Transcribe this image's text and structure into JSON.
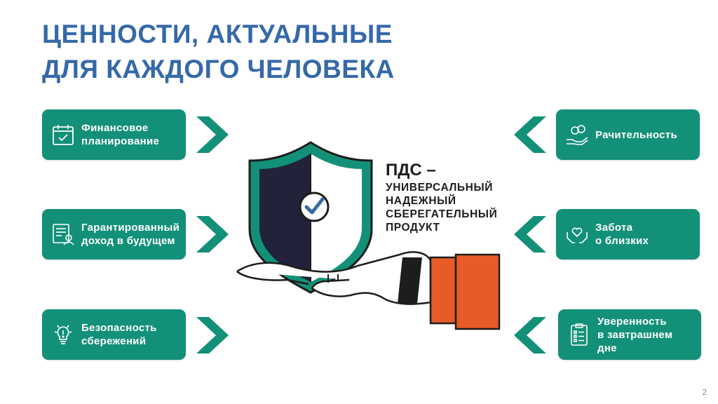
{
  "title": {
    "line1": "ЦЕННОСТИ, АКТУАЛЬНЫЕ",
    "line2": "ДЛЯ КАЖДОГО ЧЕЛОВЕКА"
  },
  "left_cards": [
    {
      "lines": [
        "Финансовое",
        "планирование"
      ],
      "icon": "calendar-check-icon"
    },
    {
      "lines": [
        "Гарантированный",
        "доход в будущем"
      ],
      "icon": "income-document-icon"
    },
    {
      "lines": [
        "Безопасность",
        "сбережений"
      ],
      "icon": "lightbulb-icon"
    }
  ],
  "right_cards": [
    {
      "lines": [
        "Рачительность"
      ],
      "icon": "coins-hand-icon"
    },
    {
      "lines": [
        "Забота",
        "о близких"
      ],
      "icon": "heart-hands-icon"
    },
    {
      "lines": [
        "Уверенность",
        "в завтрашнем",
        "дне"
      ],
      "icon": "checklist-clipboard-icon"
    }
  ],
  "pds": {
    "heading": "ПДС –",
    "lines": [
      "УНИВЕРСАЛЬНЫЙ",
      "НАДЕЖНЫЙ",
      "СБЕРЕГАТЕЛЬНЫЙ",
      "ПРОДУКТ"
    ]
  },
  "illustration": "shield-on-hand-icon",
  "page_number": "2",
  "colors": {
    "title": "#3569a8",
    "card": "#139078",
    "sleeve": "#e85a28",
    "shield_dark": "#22223a"
  }
}
